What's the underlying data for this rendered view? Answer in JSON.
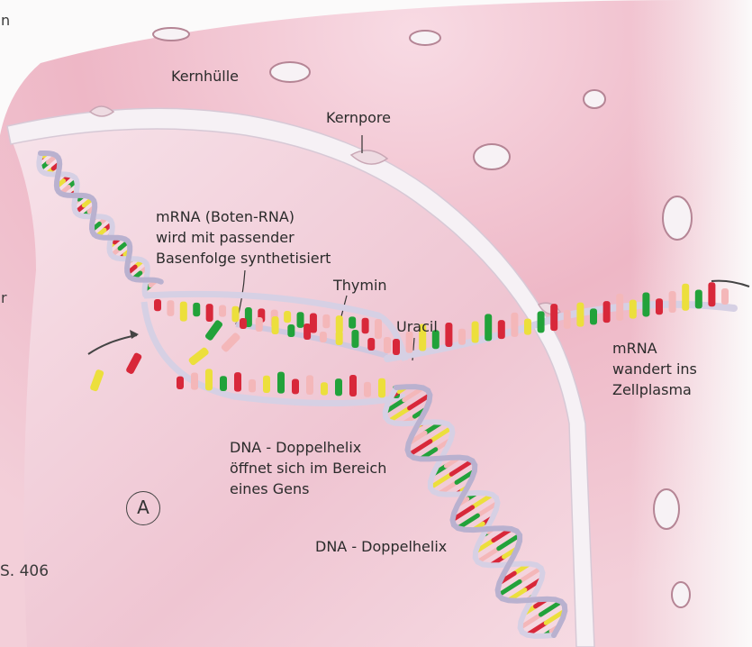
{
  "labels": {
    "kernhuelle": "Kernhülle",
    "kernpore": "Kernpore",
    "mrna_synth_1": "mRNA (Boten-RNA)",
    "mrna_synth_2": "wird mit passender",
    "mrna_synth_3": "Basenfolge synthetisiert",
    "thymin": "Thymin",
    "uracil": "Uracil",
    "mrna_wandert_1": "mRNA",
    "mrna_wandert_2": "wandert ins",
    "mrna_wandert_3": "Zellplasma",
    "dna_open_1": "DNA - Doppelhelix",
    "dna_open_2": "öffnet sich im Bereich",
    "dna_open_3": "eines Gens",
    "dna_helix": "DNA - Doppelhelix",
    "panel": "A"
  },
  "margin": {
    "page_ref": "S. 406",
    "frag_n": "n",
    "frag_r": "r"
  },
  "colors": {
    "nucleus_pink": "#e9a6b8",
    "backbone": "#d6d0e4",
    "base_red": "#d8283a",
    "base_green": "#22a23a",
    "base_yellow": "#ecdf3c",
    "base_pink": "#f4b7b9"
  }
}
